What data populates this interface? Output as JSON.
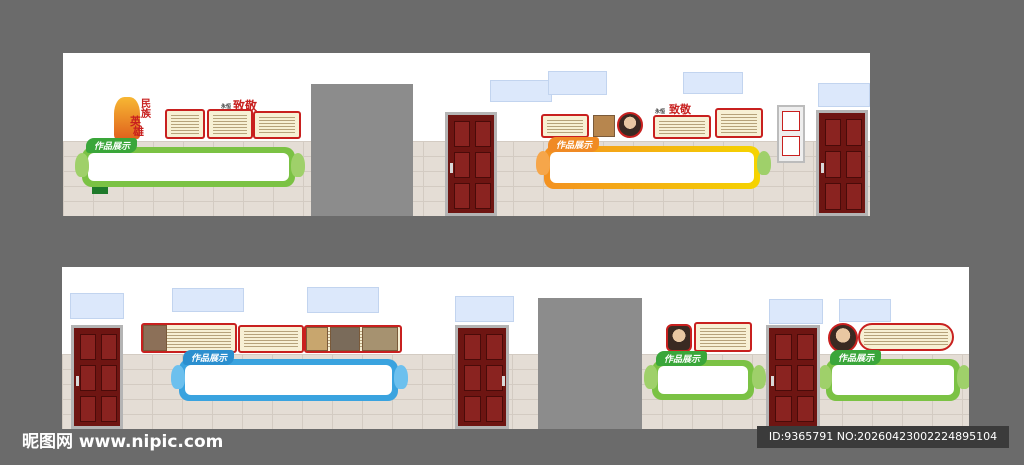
{
  "board_tab_label": "作品展示",
  "header": {
    "title_chars": [
      "民",
      "族",
      "英",
      "雄"
    ],
    "subtitle_prefix": "永恒",
    "subtitle_main": "致敬"
  },
  "watermark": {
    "left_text": "昵图网 www.nipic.com",
    "right_text": "ID:9365791 NO:20260423002224895104"
  },
  "colors": {
    "green": "#7bc244",
    "orange": "#f39121",
    "yellow": "#f5d400",
    "blue": "#3aa3df",
    "red": "#c8201f",
    "door": "#6e1512"
  },
  "icons": [
    "door-icon",
    "window-icon",
    "leaf-ornament-icon",
    "portrait-icon",
    "photo-icon"
  ]
}
